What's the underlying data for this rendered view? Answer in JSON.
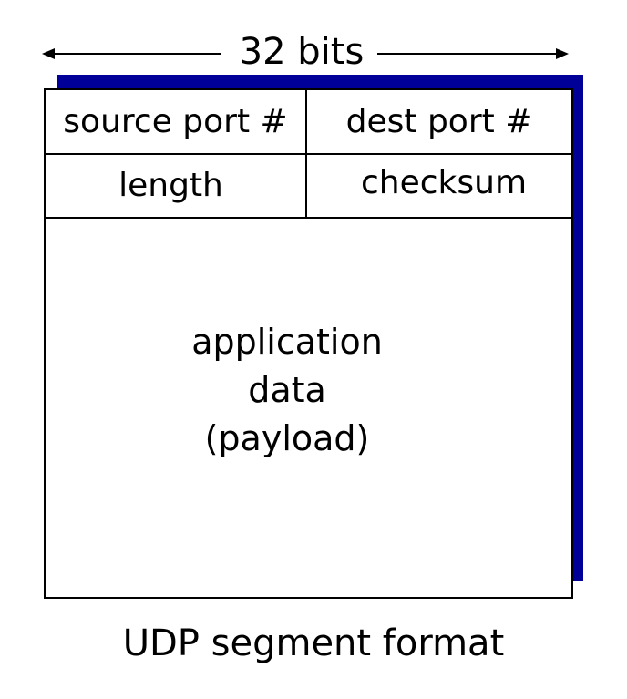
{
  "diagram": {
    "width_label": "32 bits",
    "header_row_1": {
      "left": "source port #",
      "right": "dest port #"
    },
    "header_row_2": {
      "left": "length",
      "right": "checksum"
    },
    "payload_lines": [
      "application",
      "data",
      "(payload)"
    ],
    "caption": "UDP segment format"
  },
  "colors": {
    "shadow": "#000099",
    "lines": "#000000",
    "background": "#ffffff"
  }
}
